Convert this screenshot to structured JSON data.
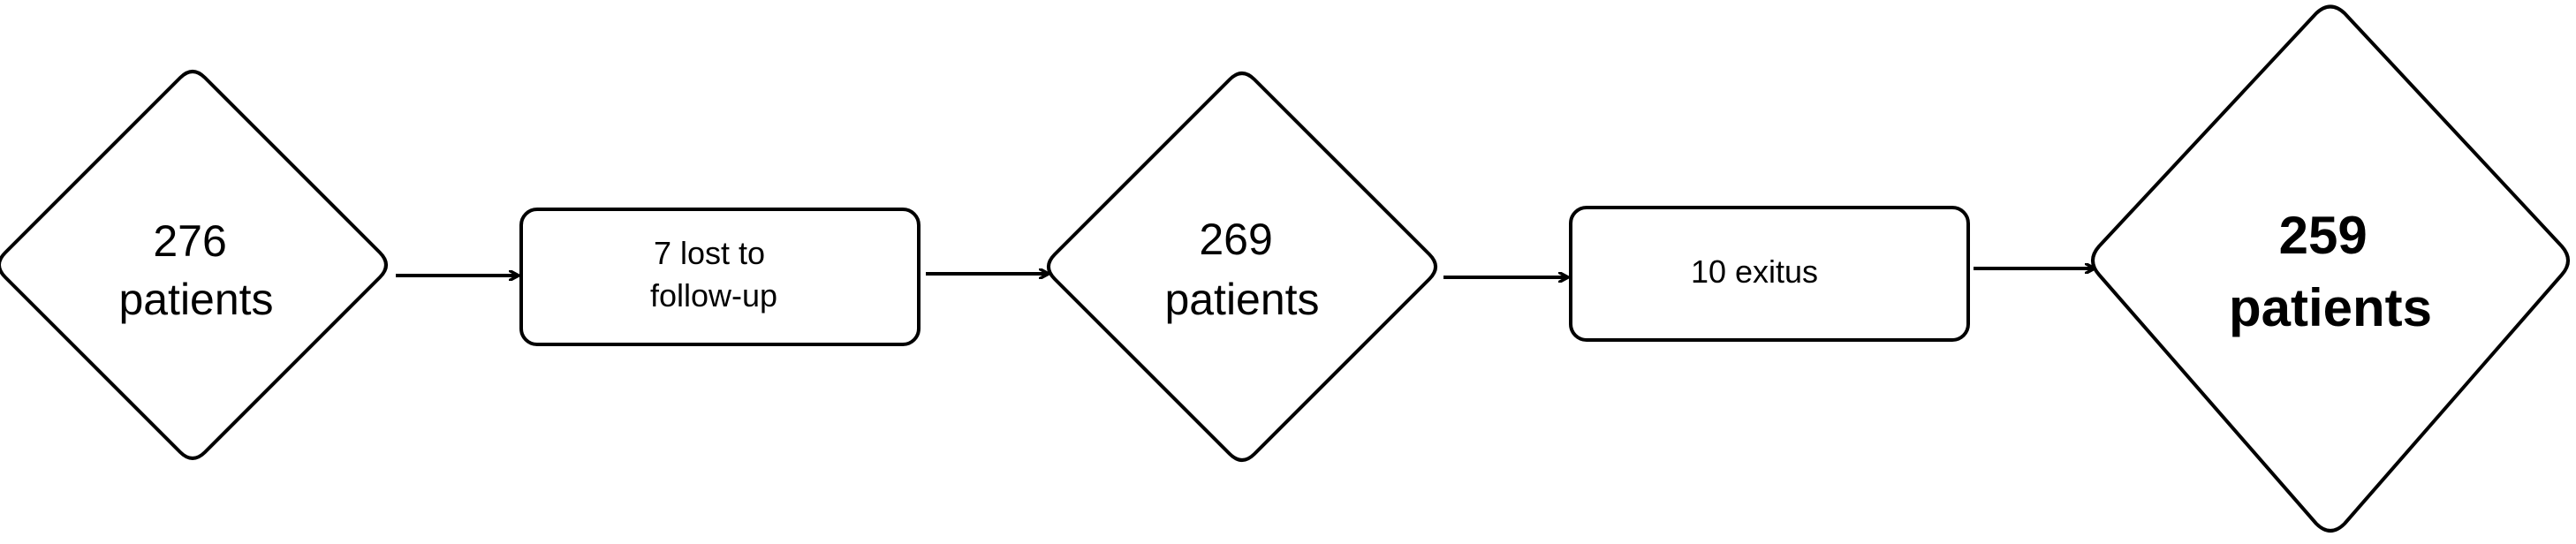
{
  "diagram": {
    "type": "flowchart",
    "direction": "left-to-right",
    "nodes": [
      {
        "id": "n1",
        "shape": "diamond",
        "lines": [
          "276",
          "patients"
        ],
        "bold": false
      },
      {
        "id": "n2",
        "shape": "rectangle",
        "lines": [
          "7 lost to",
          "follow-up"
        ],
        "bold": false
      },
      {
        "id": "n3",
        "shape": "diamond",
        "lines": [
          "269",
          "patients"
        ],
        "bold": false
      },
      {
        "id": "n4",
        "shape": "rectangle",
        "lines": [
          "10 exitus"
        ],
        "bold": false
      },
      {
        "id": "n5",
        "shape": "diamond",
        "lines": [
          "259",
          "patients"
        ],
        "bold": true
      }
    ],
    "edges": [
      {
        "from": "n1",
        "to": "n2"
      },
      {
        "from": "n2",
        "to": "n3"
      },
      {
        "from": "n3",
        "to": "n4"
      },
      {
        "from": "n4",
        "to": "n5"
      }
    ],
    "colors": {
      "stroke": "#000000",
      "fill": "#ffffff",
      "text": "#000000"
    }
  }
}
